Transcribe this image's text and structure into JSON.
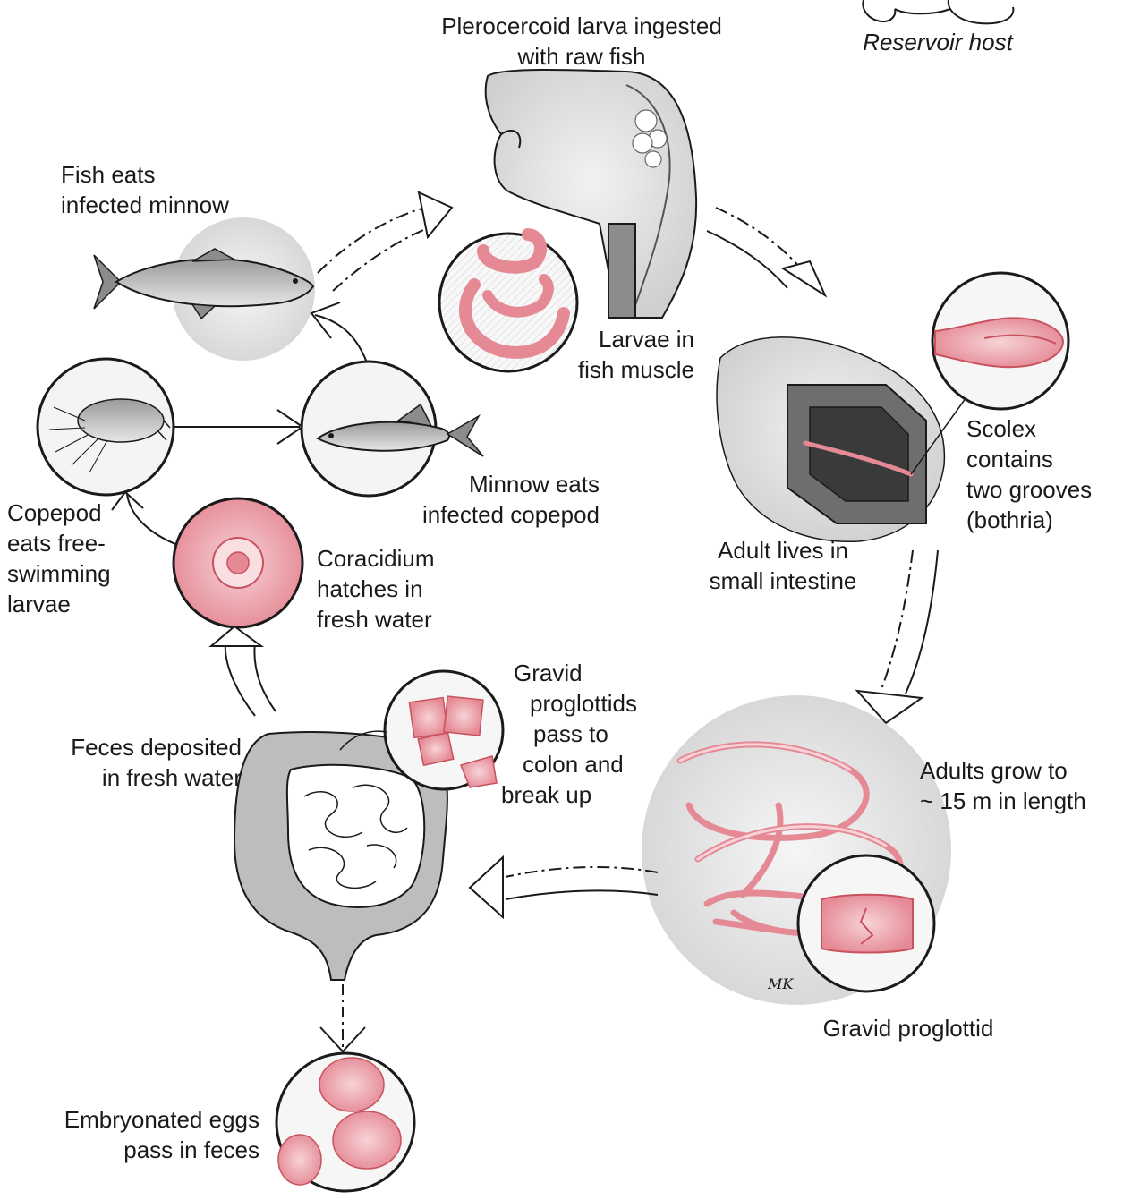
{
  "labels": {
    "reservoir_host": "Reservoir host",
    "plerocercoid": [
      "Plerocercoid larva ingested",
      "with raw fish"
    ],
    "fish_eats": [
      "Fish eats",
      "infected minnow"
    ],
    "larvae_muscle": [
      "Larvae in",
      "fish muscle"
    ],
    "scolex": [
      "Scolex",
      "contains",
      "two grooves",
      "(bothria)"
    ],
    "adult_lives": [
      "Adult lives in",
      "small intestine"
    ],
    "minnow_eats": [
      "Minnow eats",
      "infected copepod"
    ],
    "copepod_eats": [
      "Copepod",
      "eats free-",
      "swimming",
      "larvae"
    ],
    "coracidium": [
      "Coracidium",
      "hatches in",
      "fresh water"
    ],
    "gravid_pass": [
      "Gravid",
      "proglottids",
      "pass to",
      "colon and",
      "break up"
    ],
    "feces_deposited": [
      "Feces deposited",
      "in fresh water"
    ],
    "adults_grow": [
      "Adults grow to",
      "~ 15 m in length"
    ],
    "gravid_proglottid": "Gravid proglottid",
    "embryonated_eggs": [
      "Embryonated eggs",
      "pass in feces"
    ],
    "signature": "MK"
  },
  "colors": {
    "ink": "#1a1a1a",
    "parasite_pink": "#e58a95",
    "parasite_dark": "#c9525f",
    "tissue_gray": "#cfcfcf",
    "background": "#ffffff"
  },
  "icons": [
    "human-head-icon",
    "fish-icon",
    "minnow-icon",
    "copepod-icon",
    "coracidium-icon",
    "intestine-icon",
    "adult-worm-icon",
    "proglottid-icon",
    "egg-icon",
    "reservoir-host-icon"
  ]
}
